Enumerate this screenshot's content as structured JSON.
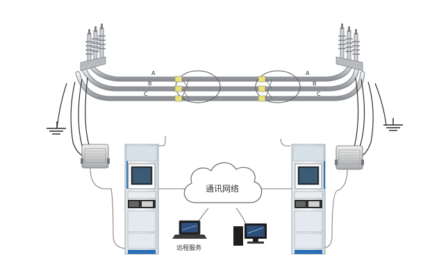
{
  "diagram": {
    "phases": {
      "left": [
        "A",
        "B",
        "C"
      ],
      "right": [
        "A",
        "B",
        "C"
      ]
    },
    "network_label": "通讯网络",
    "remote_service_label": "远程服务",
    "colors": {
      "cable": "#c6c9cc",
      "cable_edge": "#8d9094",
      "cabinet": "#e8eef2",
      "cabinet_panel": "#d9e3ea",
      "accent_blue": "#2c6fb3",
      "cloud_fill": "#ffffff",
      "cloud_stroke": "#666666"
    }
  }
}
